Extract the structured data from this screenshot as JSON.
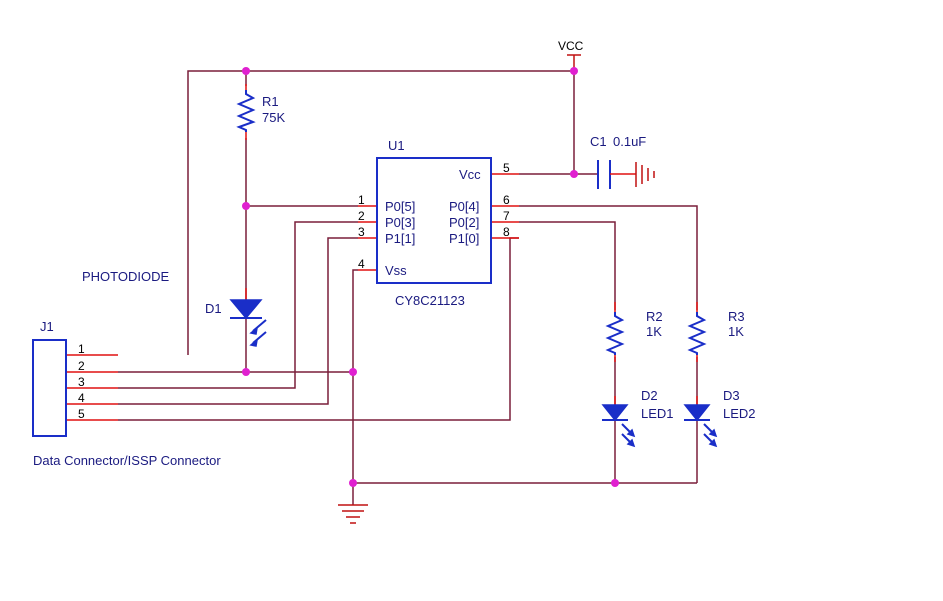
{
  "labels": {
    "vcc": "VCC",
    "u1_ref": "U1",
    "u1_part": "CY8C21123",
    "r1_ref": "R1",
    "r1_val": "75K",
    "r2_ref": "R2",
    "r2_val": "1K",
    "r3_ref": "R3",
    "r3_val": "1K",
    "c1_ref": "C1",
    "c1_val": "0.1uF",
    "d1_ref": "D1",
    "d2_ref": "D2",
    "d2_val": "LED1",
    "d3_ref": "D3",
    "d3_val": "LED2",
    "photodiode": "PHOTODIODE",
    "j1_ref": "J1",
    "j1_desc": "Data Connector/ISSP Connector"
  },
  "u1_pins": {
    "p1_num": "1",
    "p1_name": "P0[5]",
    "p2_num": "2",
    "p2_name": "P0[3]",
    "p3_num": "3",
    "p3_name": "P1[1]",
    "p4_num": "4",
    "p4_name": "Vss",
    "p5_num": "5",
    "p5_name": "Vcc",
    "p6_num": "6",
    "p6_name": "P0[4]",
    "p7_num": "7",
    "p7_name": "P0[2]",
    "p8_num": "8",
    "p8_name": "P1[0]"
  },
  "j1_pins": [
    "1",
    "2",
    "3",
    "4",
    "5"
  ],
  "colors": {
    "wire": "#7a1f3a",
    "component": "#1a2ec8",
    "junction": "#e020d0",
    "stub": "#e01010",
    "label": "#1a1a80"
  }
}
